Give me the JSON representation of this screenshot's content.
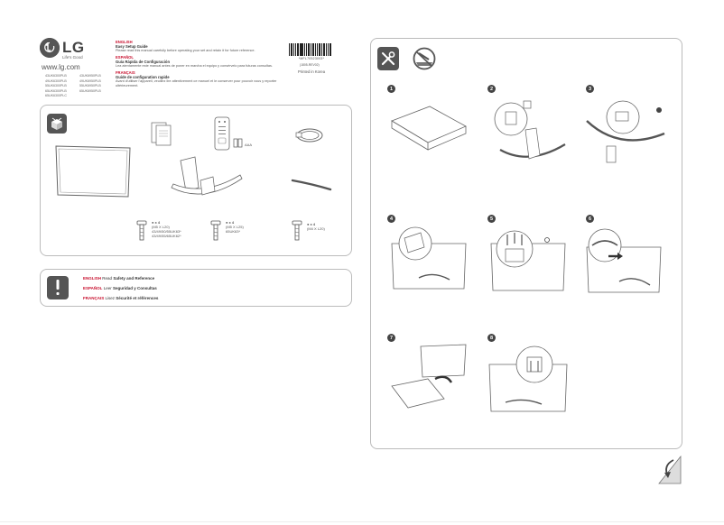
{
  "brand": {
    "name": "LG",
    "tagline": "Life's Good",
    "website": "www.lg.com"
  },
  "models": [
    "43UK6300PLB",
    "43UK6950PLB",
    "49UK6300PLB",
    "49UK6950PLB",
    "55UK6300PLB",
    "55UK6950PLB",
    "65UK6300PLB",
    "65UK6950PLB",
    "65UK6300PLC",
    ""
  ],
  "languages": {
    "english": {
      "lang": "ENGLISH",
      "title": "Easy Setup Guide",
      "body": "Please read this manual carefully before operating your set and retain it for future reference."
    },
    "espanol": {
      "lang": "ESPAÑOL",
      "title": "Guía Rápida de Configuración",
      "body": "Lea atentamente este manual antes de poner en marcha el equipo y consérvelo para futuras consultas."
    },
    "francais": {
      "lang": "FRANÇAIS",
      "title": "Guide de configuration rapide",
      "body": "Avant d'utiliser l'appareil, veuillez lire attentivement ce manuel et le conserver pour pouvoir vous y reporter ultérieurement."
    }
  },
  "barcode": {
    "code": "*MFL70523003*",
    "part_no": "(1805-REV02)",
    "printed": "Printed in Korea"
  },
  "box_contents": {
    "remote_batteries": "AAA",
    "screw_a": {
      "qty": "x 4",
      "spec": "(M5 X L20)",
      "models": "43/49/50/55UK63*\n43/49/55/65UK62*"
    },
    "screw_b": {
      "qty": "x 4",
      "spec": "(M5 X L25)",
      "models": "65UK63*"
    },
    "screw_c": {
      "qty": "x 4",
      "spec": "(M4 X L20)"
    }
  },
  "safety": {
    "english": {
      "lang": "ENGLISH",
      "pre": "Read",
      "title": "Safety and Reference"
    },
    "espanol": {
      "lang": "ESPAÑOL",
      "pre": "Leer",
      "title": "Seguridad y Consultas"
    },
    "francais": {
      "lang": "FRANÇAIS",
      "pre": "Lisez",
      "title": "Sécurité et références"
    }
  },
  "steps": [
    "1",
    "2",
    "3",
    "4",
    "5",
    "6",
    "7",
    "8"
  ],
  "icons": {
    "logo": "lg-logo-icon",
    "box": "box-contents-icon",
    "tools": "tools-icon",
    "no_table": "soft-surface-icon",
    "warning": "exclamation-icon",
    "page_turn": "page-turn-arrow-icon"
  },
  "colors": {
    "accent": "#c8102e",
    "dark": "#444444",
    "border": "#bbbbbb"
  }
}
